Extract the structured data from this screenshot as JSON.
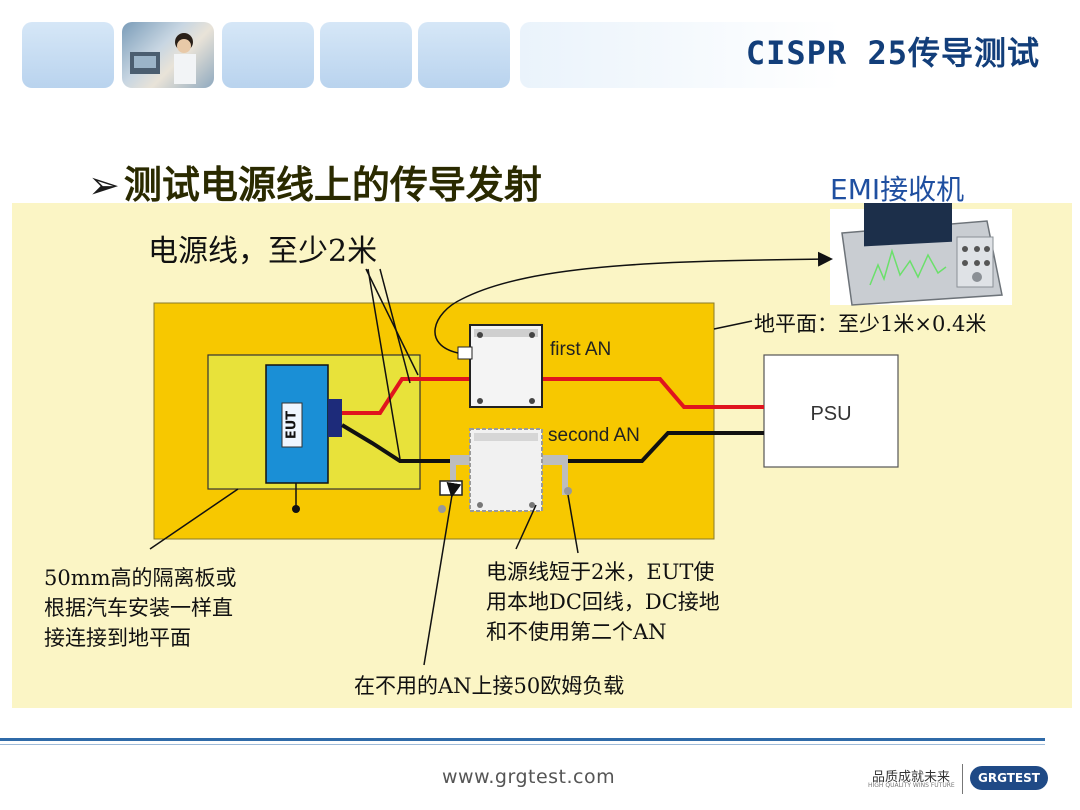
{
  "header": {
    "title": "CISPR 25传导测试"
  },
  "heading": {
    "arrow": "➢",
    "text": "测试电源线上的传导发射"
  },
  "diagram": {
    "emi_receiver_label": "EMI接收机",
    "power_line_label": "电源线，至少2米",
    "ground_plane_label": "地平面：至少1米×0.4米",
    "first_an": "first AN",
    "second_an": "second AN",
    "psu": "PSU",
    "eut": "EUT",
    "isolation_note": [
      "50mm高的隔离板或",
      "根据汽车安装一样直",
      "接连接到地平面"
    ],
    "short_line_note": [
      "电源线短于2米，EUT使",
      "用本地DC回线，DC接地",
      "和不使用第二个AN"
    ],
    "load_note": "在不用的AN上接50欧姆负载"
  },
  "footer": {
    "url": "www.grgtest.com",
    "slogan": "品质成就未来",
    "slogan_sub": "HIGH QUALITY WINS FUTURE",
    "logo": "GRGTEST"
  },
  "colors": {
    "ground_plane": "#f7c800",
    "isolation_board": "#e8e23a",
    "eut": "#1a8fd6",
    "panel": "#fbf5c5",
    "title": "#123e7a",
    "wire_red": "#e0141e"
  }
}
